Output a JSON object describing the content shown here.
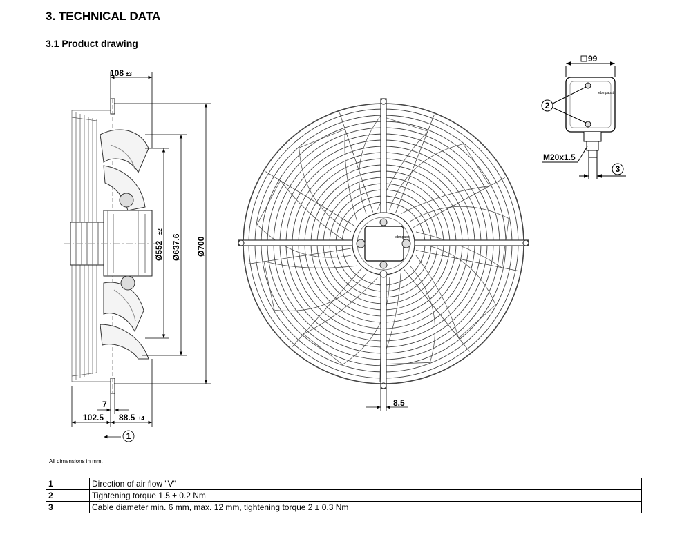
{
  "heading": "3. TECHNICAL DATA",
  "subheading": "3.1 Product drawing",
  "side_view": {
    "dim_top": "108",
    "dim_top_tol": "±3",
    "dia_552": "Ø552",
    "dia_552_tol": "±2",
    "dia_637": "Ø637.6",
    "dia_700": "Ø700",
    "dim_7": "7",
    "dim_102": "102.5",
    "dim_88": "88.5",
    "dim_88_tol": "±4",
    "airflow_callout": "1"
  },
  "front_view": {
    "dim_85": "8.5",
    "box_brand": "ebmpapst"
  },
  "terminal_box": {
    "dim_99": "99",
    "callout_2": "2",
    "gland_label": "M20x1.5",
    "callout_3": "3",
    "box_brand": "ebmpapst"
  },
  "note": "All dimensions in mm.",
  "legend": [
    {
      "num": "1",
      "text": "Direction of air flow \"V\""
    },
    {
      "num": "2",
      "text": "Tightening torque 1.5 ± 0.2 Nm"
    },
    {
      "num": "3",
      "text": "Cable diameter min. 6 mm, max. 12 mm, tightening torque 2 ± 0.3 Nm"
    }
  ]
}
